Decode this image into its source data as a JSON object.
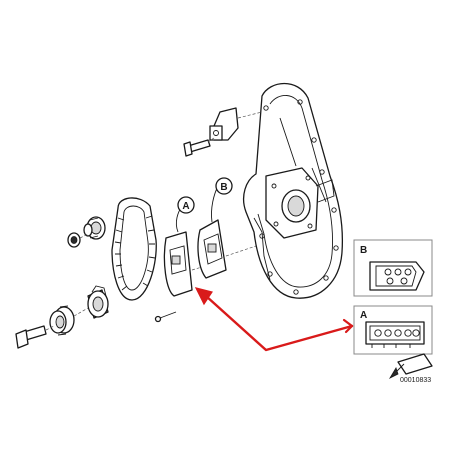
{
  "diagram": {
    "callouts": {
      "a": "A",
      "b": "B"
    },
    "inset_b": {
      "label": "B"
    },
    "inset_a": {
      "label": "A"
    },
    "reference_number": "00010833",
    "colors": {
      "line": "#1a1a1a",
      "arrow": "#d91a1a",
      "inset_border": "#888888",
      "background": "#ffffff"
    }
  }
}
